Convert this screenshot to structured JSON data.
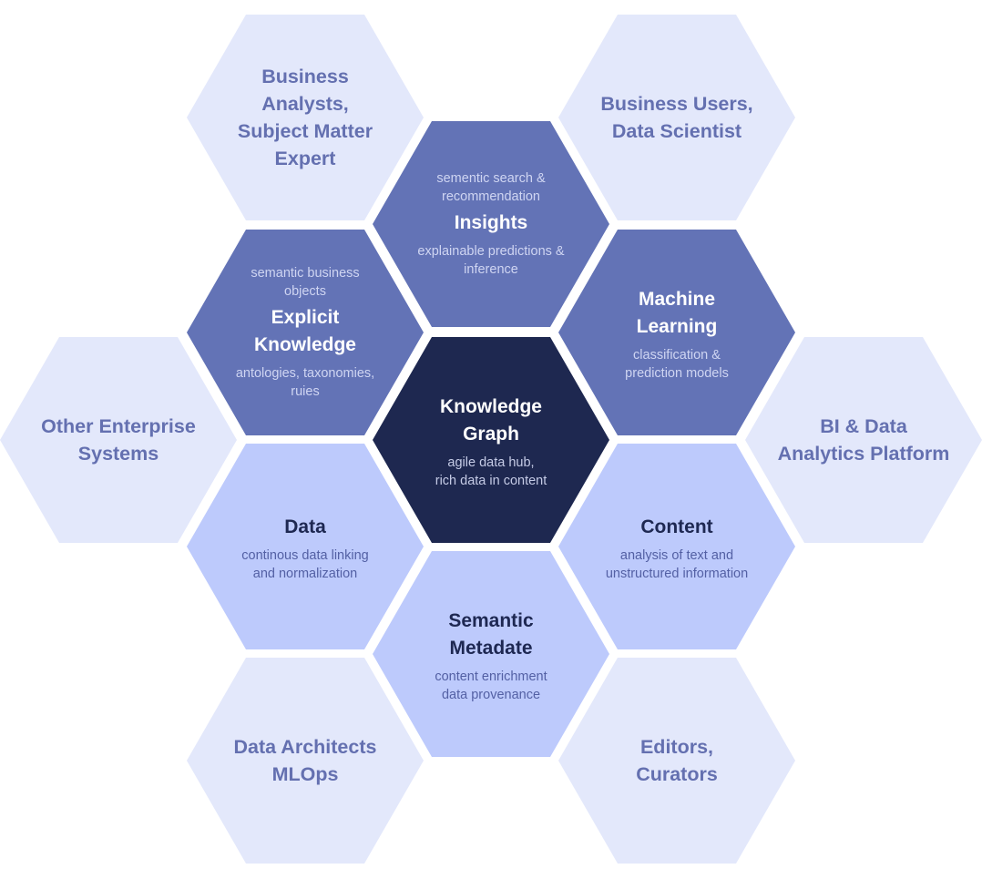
{
  "colors": {
    "outer": "#e3e8fb",
    "mid": "#6373b6",
    "core": "#1e2850",
    "pale": "#bdcafc",
    "outer_text": "#6470b0"
  },
  "hexes": {
    "business_analysts": {
      "label": "Business Analysts, Subject Matter Expert",
      "lines": [
        "Business Analysts,",
        "Subject Matter",
        "Expert"
      ]
    },
    "business_users": {
      "lines": [
        "Business Users,",
        "Data Scientist"
      ]
    },
    "other_systems": {
      "lines": [
        "Other Enterprise",
        "Systems"
      ]
    },
    "bi_platform": {
      "lines": [
        "BI & Data",
        "Analytics Platform"
      ]
    },
    "data_architects": {
      "lines": [
        "Data Architects",
        "MLOps"
      ]
    },
    "editors": {
      "lines": [
        "Editors,",
        "Curators"
      ]
    },
    "insights": {
      "pre": [
        "sementic search &",
        "recommendation"
      ],
      "title": [
        "Insights"
      ],
      "post": [
        "explainable predictions &",
        "inference"
      ]
    },
    "explicit_knowledge": {
      "pre": [
        "semantic business",
        "objects"
      ],
      "title": [
        "Explicit",
        "Knowledge"
      ],
      "post": [
        "antologies, taxonomies,",
        "ruies"
      ]
    },
    "machine_learning": {
      "title": [
        "Machine",
        "Learning"
      ],
      "post": [
        "classification &",
        "prediction models"
      ]
    },
    "knowledge_graph": {
      "title": [
        "Knowledge",
        "Graph"
      ],
      "post": [
        "agile data hub,",
        "rich data in content"
      ]
    },
    "data": {
      "title": [
        "Data"
      ],
      "post": [
        "continous data linking",
        "and normalization"
      ]
    },
    "content": {
      "title": [
        "Content"
      ],
      "post": [
        "analysis of text and",
        "unstructured information"
      ]
    },
    "semantic_metadata": {
      "title": [
        "Semantic",
        "Metadate"
      ],
      "post": [
        "content enrichment",
        "data provenance"
      ]
    }
  }
}
